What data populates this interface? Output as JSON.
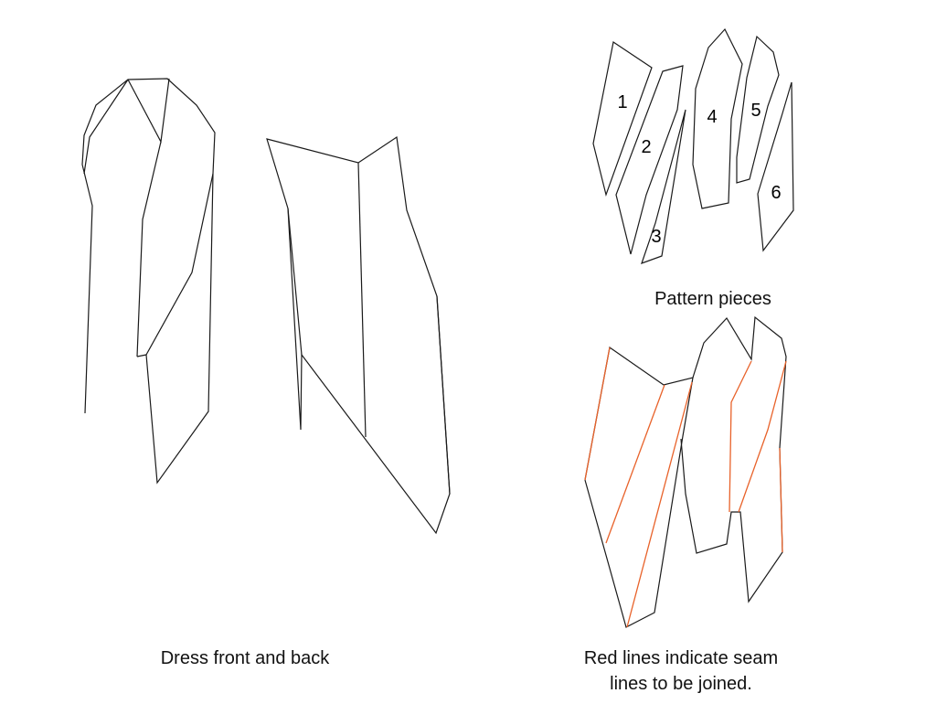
{
  "colors": {
    "outline": "#1a1a1a",
    "seam": "#e8622a",
    "background": "#ffffff"
  },
  "pieces": {
    "p1": "1",
    "p2": "2",
    "p3": "3",
    "p4": "4",
    "p5": "5",
    "p6": "6"
  },
  "captions": {
    "pattern_pieces": "Pattern pieces",
    "dress_front_back": "Dress front and back",
    "seam_line1": "Red lines indicate seam",
    "seam_line2": "lines to be joined."
  }
}
